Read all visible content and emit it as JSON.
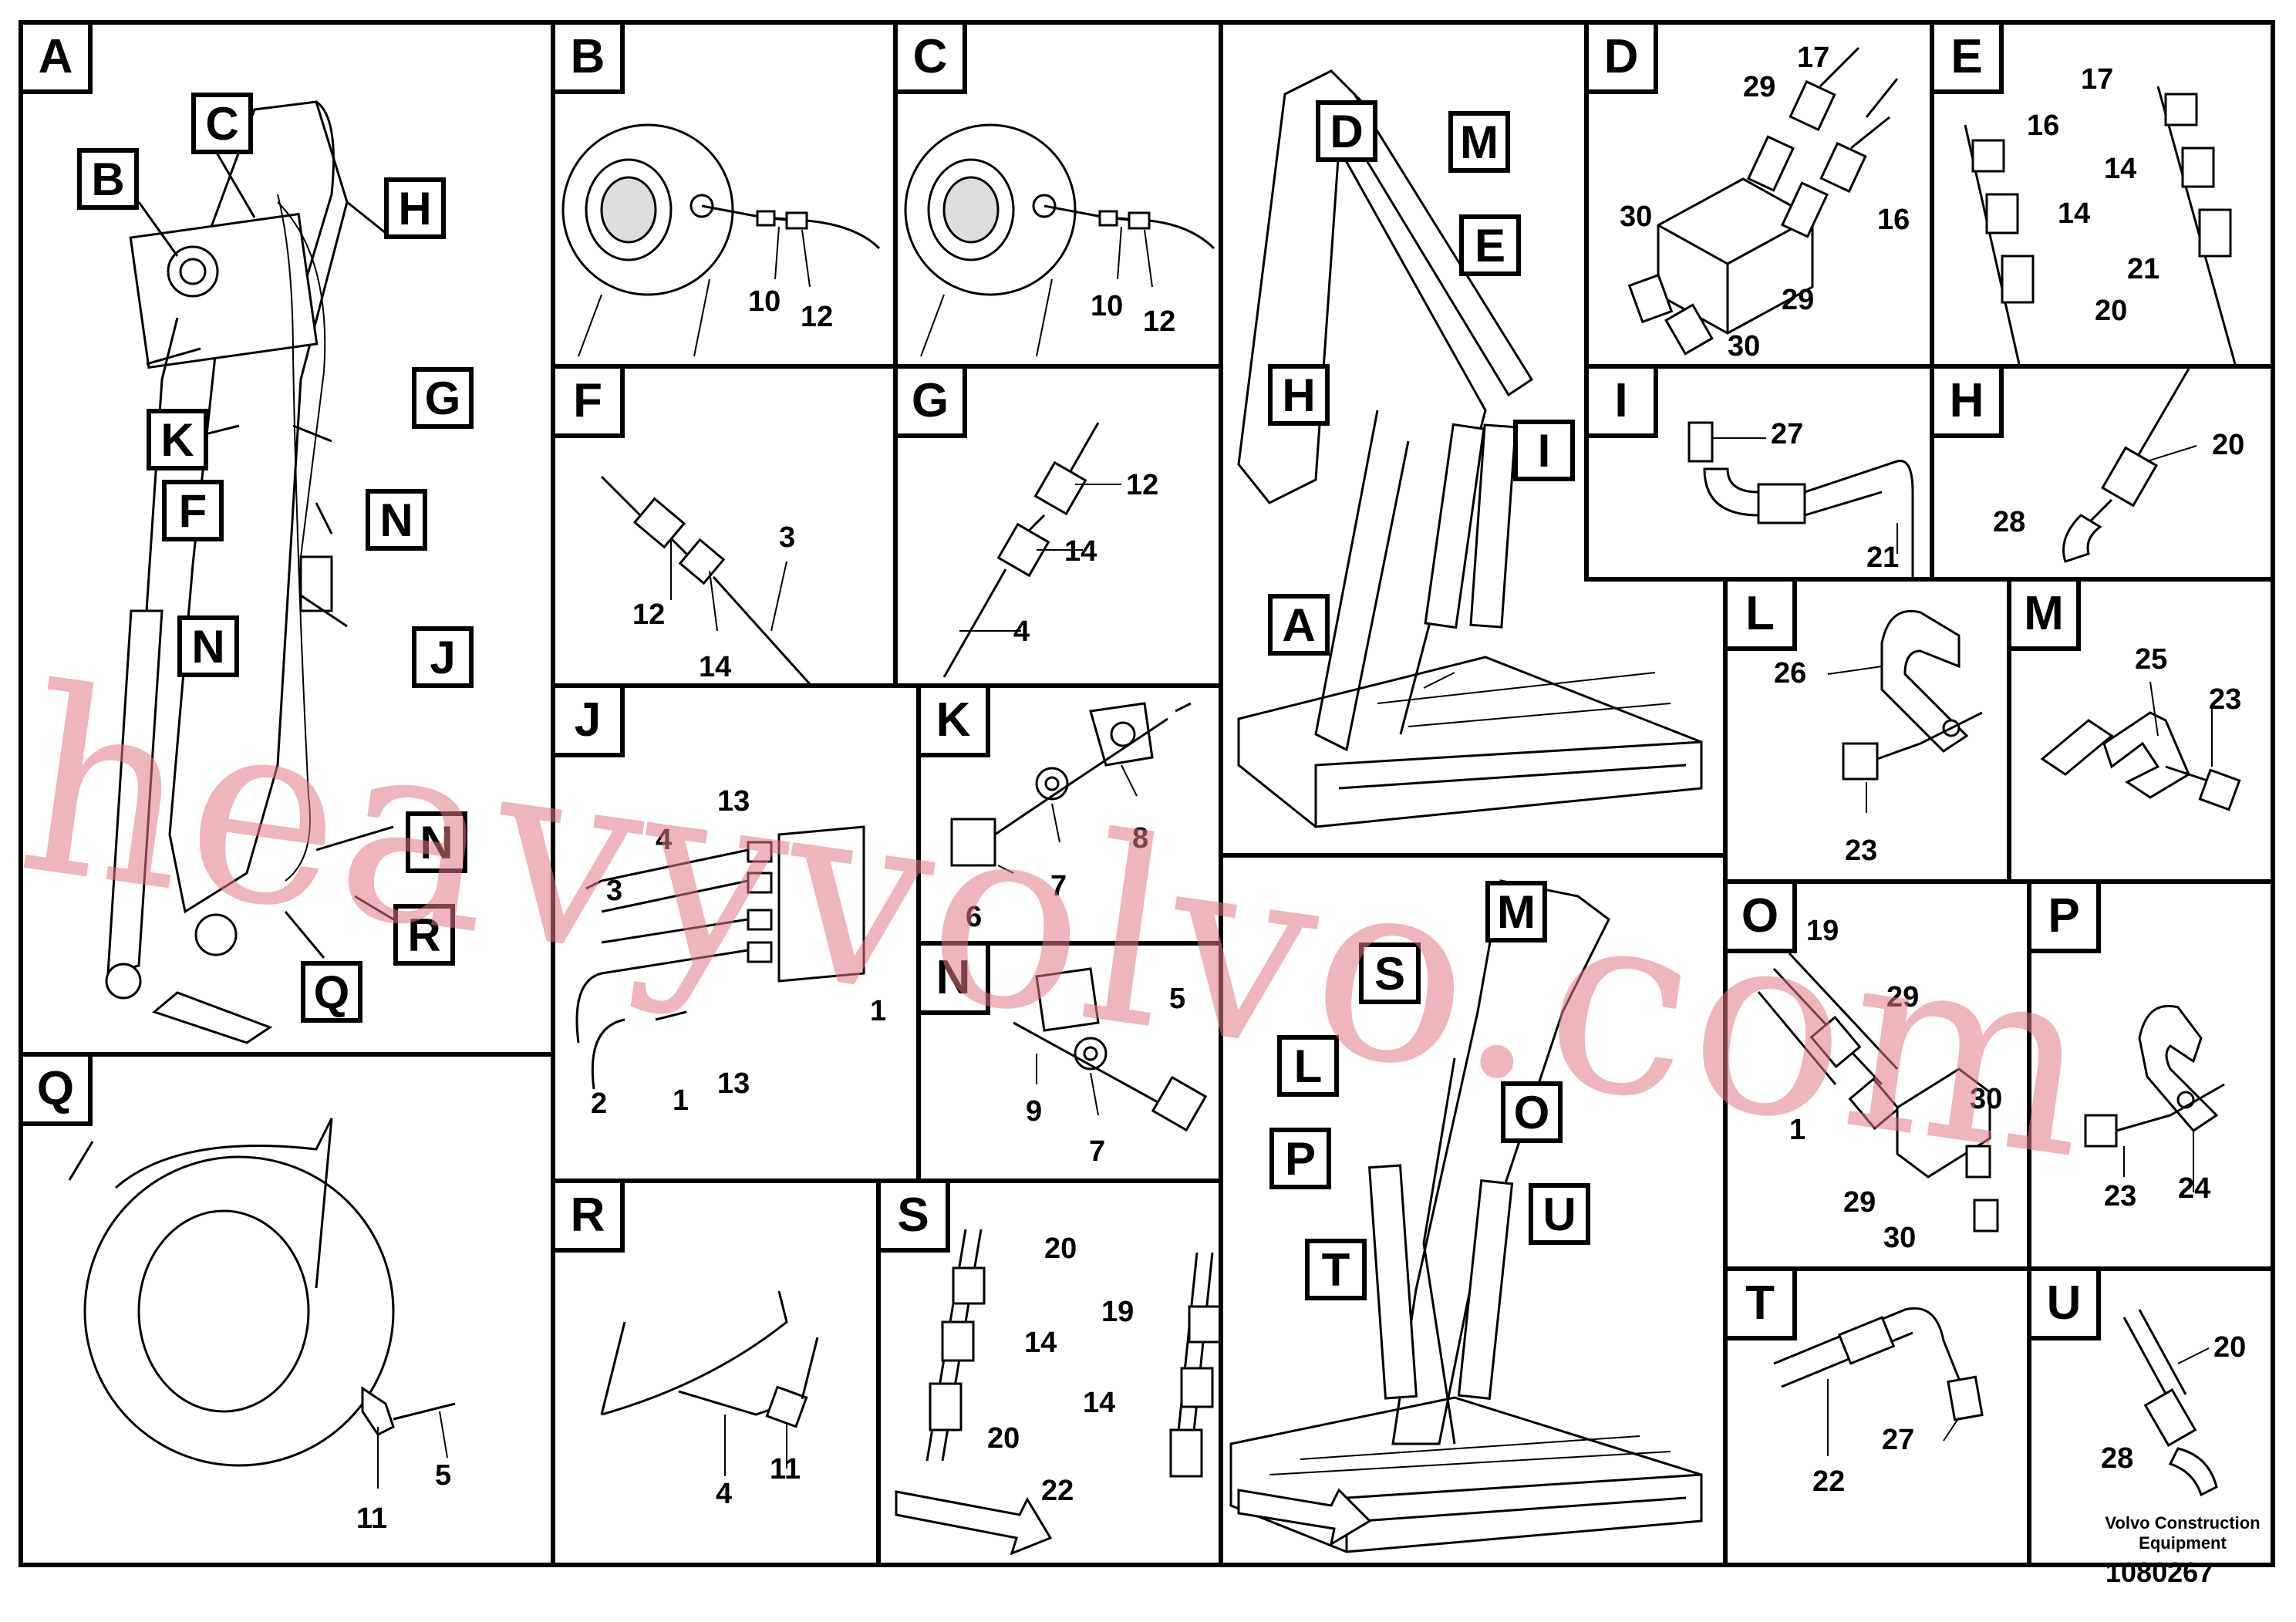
{
  "panels": {
    "A": {
      "label": "A",
      "callouts": [
        "C",
        "B",
        "H",
        "G",
        "K",
        "F",
        "N",
        "N",
        "J",
        "N",
        "R",
        "Q"
      ]
    },
    "B": {
      "label": "B",
      "numbers": [
        "10",
        "12"
      ]
    },
    "C": {
      "label": "C",
      "numbers": [
        "10",
        "12"
      ]
    },
    "D": {
      "label": "D",
      "numbers": [
        "17",
        "29",
        "30",
        "16",
        "29",
        "30"
      ]
    },
    "E": {
      "label": "E",
      "numbers": [
        "17",
        "16",
        "14",
        "14",
        "21",
        "20"
      ]
    },
    "F": {
      "label": "F",
      "numbers": [
        "3",
        "12",
        "14"
      ]
    },
    "G": {
      "label": "G",
      "numbers": [
        "12",
        "14",
        "4"
      ]
    },
    "H2": {
      "label": "H",
      "numbers": [
        "20",
        "28"
      ]
    },
    "I": {
      "label": "I",
      "numbers": [
        "27",
        "21"
      ]
    },
    "J": {
      "label": "J",
      "numbers": [
        "13",
        "4",
        "3",
        "2",
        "1",
        "13",
        "1"
      ]
    },
    "K": {
      "label": "K",
      "numbers": [
        "8",
        "7",
        "6"
      ]
    },
    "L": {
      "label": "L",
      "numbers": [
        "26",
        "23"
      ]
    },
    "M": {
      "label": "M",
      "numbers": [
        "25",
        "23"
      ]
    },
    "N": {
      "label": "N",
      "numbers": [
        "5",
        "9",
        "7"
      ]
    },
    "O": {
      "label": "O",
      "numbers": [
        "19",
        "29",
        "30",
        "1",
        "29",
        "30"
      ]
    },
    "P": {
      "label": "P",
      "numbers": [
        "23",
        "24"
      ]
    },
    "Q": {
      "label": "Q",
      "numbers": [
        "11",
        "5"
      ]
    },
    "R": {
      "label": "R",
      "numbers": [
        "4",
        "11"
      ]
    },
    "S": {
      "label": "S",
      "numbers": [
        "20",
        "14",
        "20",
        "19",
        "14",
        "22"
      ]
    },
    "T": {
      "label": "T",
      "numbers": [
        "27",
        "22"
      ]
    },
    "U": {
      "label": "U",
      "numbers": [
        "20",
        "28"
      ]
    },
    "overview_top": {
      "callouts": [
        "D",
        "M",
        "E",
        "H",
        "I",
        "A"
      ]
    },
    "overview_bottom": {
      "callouts": [
        "M",
        "S",
        "L",
        "O",
        "P",
        "U",
        "T"
      ]
    }
  },
  "watermark": "heavyvolvo.com",
  "footer": {
    "company": "Volvo Construction Equipment",
    "number": "1080267"
  },
  "colors": {
    "line": "#000000",
    "watermark": "#e07882"
  }
}
